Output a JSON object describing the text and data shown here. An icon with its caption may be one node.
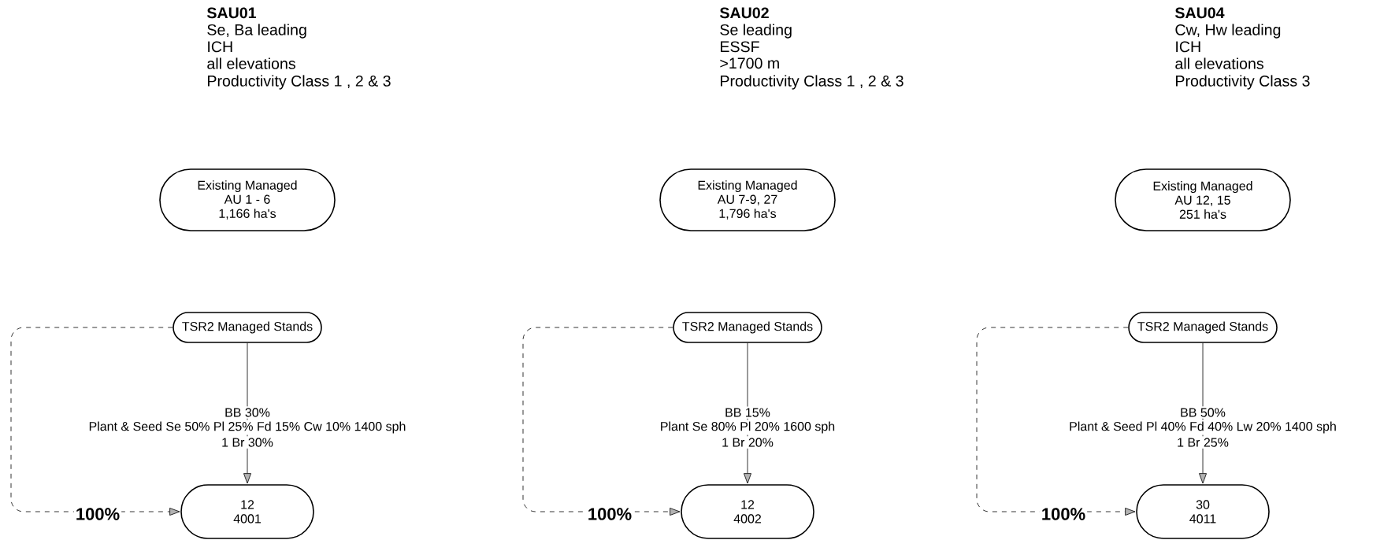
{
  "diagram": {
    "nodes": [
      {
        "text": [
          "Existing Managed",
          "AU 1 - 6",
          "1,166 ha's"
        ]
      },
      {
        "text": [
          "TSR2 Managed Stands"
        ]
      },
      {
        "text": [
          "12",
          "4001"
        ]
      },
      {
        "text": [
          "Existing Managed",
          "AU 7-9, 27",
          "1,796 ha's"
        ]
      },
      {
        "text": [
          "TSR2 Managed Stands"
        ]
      },
      {
        "text": [
          "12",
          "4002"
        ]
      },
      {
        "text": [
          "Existing Managed",
          "AU 12, 15",
          "251 ha's"
        ]
      },
      {
        "text": [
          "TSR2 Managed Stands"
        ]
      },
      {
        "text": [
          "30",
          "4011"
        ]
      }
    ],
    "edges": [
      {
        "from": 1,
        "to": 2,
        "arrow": "to"
      },
      {
        "from": 1,
        "to": 2,
        "arrow": "to",
        "label": "100%",
        "style": "dashed"
      },
      {
        "from": 4,
        "to": 5,
        "arrow": "to"
      },
      {
        "from": 4,
        "to": 5,
        "arrow": "to",
        "label": "100%",
        "style": "dashed"
      },
      {
        "from": 7,
        "to": 8,
        "arrow": "to"
      },
      {
        "from": 7,
        "to": 8,
        "arrow": "to",
        "label": "100%",
        "style": "dashed"
      }
    ],
    "labels": [
      "SAU01",
      "Se, Ba leading",
      "ICH",
      "all elevations",
      "Productivity Class 1 , 2 & 3",
      "BB 30%",
      "Plant & Seed Se 50% Pl 25% Fd 15% Cw 10% 1400 sph",
      "1 Br 30%",
      "SAU02",
      "Se leading",
      "ESSF",
      ">1700 m",
      "Productivity Class 1 , 2 & 3",
      "BB 15%",
      "Plant Se 80% Pl 20% 1600 sph",
      "1 Br 20%",
      "SAU04",
      "Cw, Hw leading",
      "ICH",
      "all elevations",
      "Productivity Class 3",
      "BB 50%",
      "Plant & Seed Pl 40% Fd 40% Lw 20% 1400 sph",
      "1 Br 25%"
    ]
  }
}
